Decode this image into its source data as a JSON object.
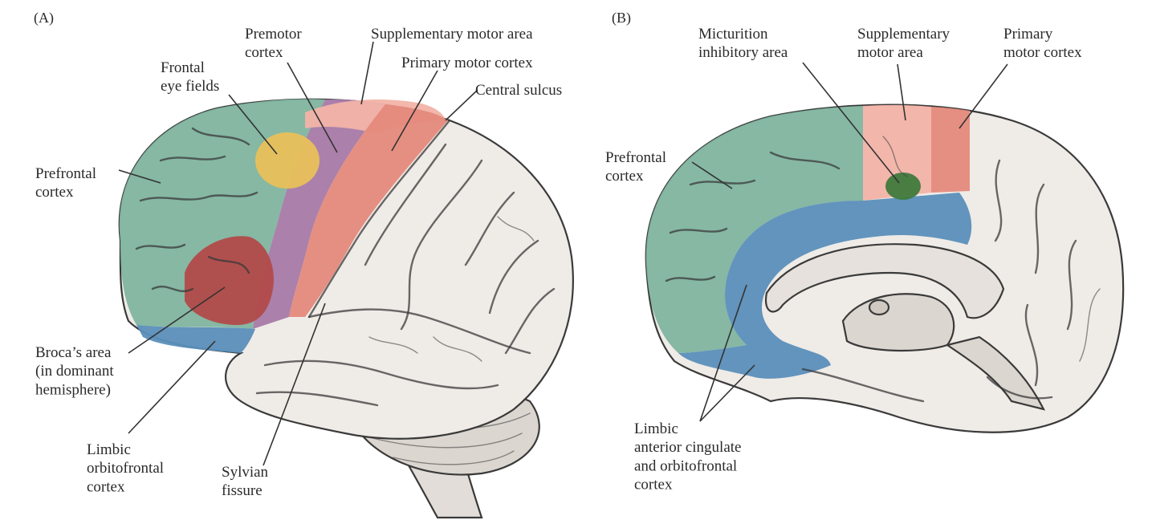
{
  "panels": {
    "a": {
      "tag": "(A)",
      "labels": {
        "premotor": [
          "Premotor",
          "cortex"
        ],
        "supplementary": [
          "Supplementary motor area"
        ],
        "frontal_eye": [
          "Frontal",
          "eye fields"
        ],
        "primary_motor": [
          "Primary motor cortex"
        ],
        "central_sulcus": [
          "Central sulcus"
        ],
        "prefrontal": [
          "Prefrontal",
          "cortex"
        ],
        "broca": [
          "Broca’s area",
          "(in dominant",
          "hemisphere)"
        ],
        "limbic": [
          "Limbic",
          "orbitofrontal",
          "cortex"
        ],
        "sylvian": [
          "Sylvian",
          "fissure"
        ]
      }
    },
    "b": {
      "tag": "(B)",
      "labels": {
        "micturition": [
          "Micturition",
          "inhibitory area"
        ],
        "supplementary": [
          "Supplementary",
          "motor area"
        ],
        "primary_motor": [
          "Primary",
          "motor cortex"
        ],
        "prefrontal": [
          "Prefrontal",
          "cortex"
        ],
        "limbic": [
          "Limbic",
          "anterior cingulate",
          "and orbitofrontal",
          "cortex"
        ]
      }
    }
  },
  "colors": {
    "prefrontal": "#7fb5a0",
    "premotor": "#a77aa8",
    "frontal_eye": "#e8c05a",
    "primary_motor": "#e48a7c",
    "supplementary": "#f2b3a8",
    "broca": "#b24a4a",
    "limbic": "#5a8fbb",
    "micturition": "#3f7a3c",
    "brain": "#efebe7"
  }
}
